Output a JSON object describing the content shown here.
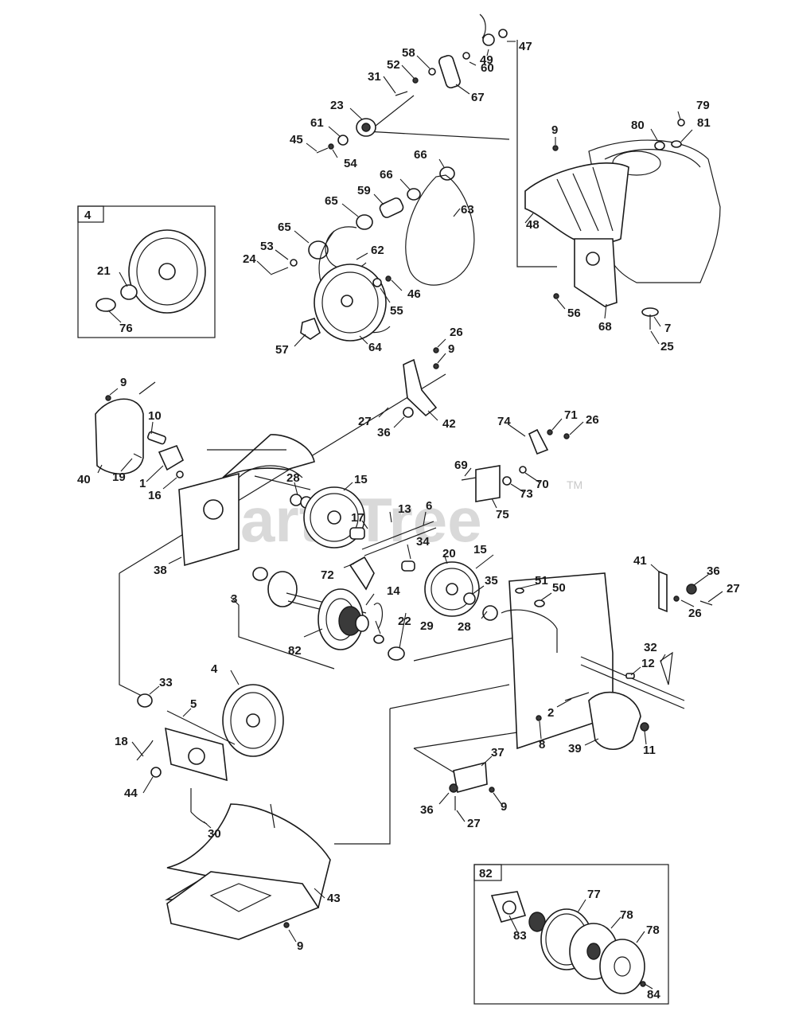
{
  "watermark": {
    "text": "PartsTree",
    "tm": "TM"
  },
  "insets": {
    "pulley": "4",
    "clutch": "82"
  },
  "labels": {
    "l47": "47",
    "l49": "49",
    "l58": "58",
    "l60": "60",
    "l52": "52",
    "l31": "31",
    "l67": "67",
    "l23": "23",
    "l61": "61",
    "l45": "45",
    "l54": "54",
    "l9a": "9",
    "l79": "79",
    "l80": "80",
    "l81": "81",
    "l66a": "66",
    "l66b": "66",
    "l59": "59",
    "l65a": "65",
    "l63": "63",
    "l65b": "65",
    "l53": "53",
    "l62": "62",
    "l24": "24",
    "l48": "48",
    "l46": "46",
    "l55": "55",
    "l56": "56",
    "l68": "68",
    "l7": "7",
    "l25": "25",
    "l57": "57",
    "l64": "64",
    "l21": "21",
    "l76": "76",
    "l26a": "26",
    "l9b": "9",
    "l9c": "9",
    "l10": "10",
    "l27a": "27",
    "l36a": "36",
    "l42": "42",
    "l74": "74",
    "l71": "71",
    "l26b": "26",
    "l40": "40",
    "l19": "19",
    "l1": "1",
    "l16": "16",
    "l28a": "28",
    "l15a": "15",
    "l69": "69",
    "l70": "70",
    "l73": "73",
    "l75": "75",
    "l17": "17",
    "l13": "13",
    "l6": "6",
    "l38": "38",
    "l34": "34",
    "l72": "72",
    "l20": "20",
    "l15b": "15",
    "l35": "35",
    "l51": "51",
    "l50": "50",
    "l41": "41",
    "l36b": "36",
    "l27b": "27",
    "l26c": "26",
    "l3": "3",
    "l14": "14",
    "l22": "22",
    "l29": "29",
    "l28b": "28",
    "l82": "82",
    "l32": "32",
    "l12": "12",
    "l4": "4",
    "l33": "33",
    "l5": "5",
    "l2": "2",
    "l39": "39",
    "l11": "11",
    "l8": "8",
    "l18": "18",
    "l37": "37",
    "l44": "44",
    "l36c": "36",
    "l9d": "9",
    "l27c": "27",
    "l30": "30",
    "l43": "43",
    "l9e": "9",
    "l77": "77",
    "l78a": "78",
    "l83": "83",
    "l78b": "78",
    "l84": "84"
  },
  "colors": {
    "line": "#1a1a1a",
    "watermark": "#d9d9d9",
    "background": "#ffffff"
  }
}
